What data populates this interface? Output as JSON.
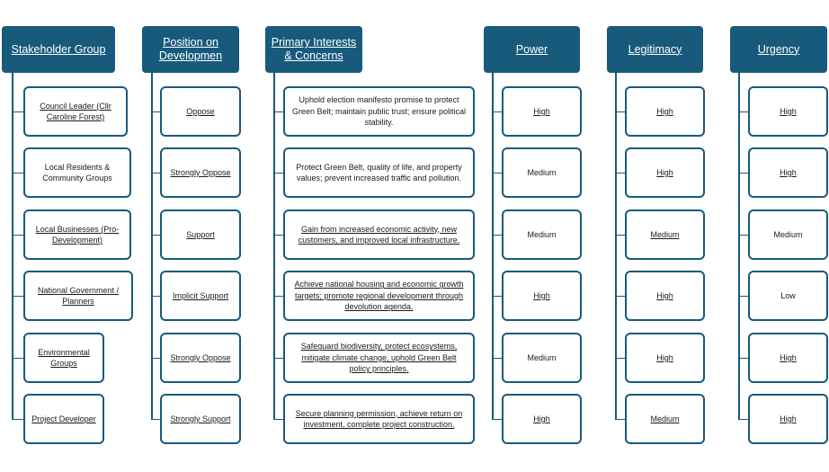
{
  "headers": {
    "stakeholder": "Stakeholder Group",
    "position": "Position on Developmen",
    "interests": "Primary Interests & Concerns",
    "power": "Power",
    "legitimacy": "Legitimacy",
    "urgency": "Urgency"
  },
  "rows": [
    {
      "stakeholder": "Council Leader (Cllr Caroline Forest)",
      "position": "Oppose",
      "interests": "Uphold election manifesto promise to protect Green Belt; maintain public trust; ensure political stability.",
      "power": "High",
      "legitimacy": "High",
      "urgency": "High"
    },
    {
      "stakeholder": "Local Residents & Community Groups",
      "position": "Strongly Oppose",
      "interests": "Protect Green Belt, quality of life, and property values; prevent increased traffic and pollution.",
      "power": "Medium",
      "legitimacy": "High",
      "urgency": "High"
    },
    {
      "stakeholder": "Local Businesses (Pro-Development)",
      "position": "Support",
      "interests": "Gain from increased economic activity, new customers, and improved local infrastructure.",
      "power": "Medium",
      "legitimacy": "Medium",
      "urgency": "Medium"
    },
    {
      "stakeholder": "National Government / Planners",
      "position": "Implicit Support",
      "interests": "Achieve national housing and economic growth targets; promote regional development through devolution agenda.",
      "power": "High",
      "legitimacy": "High",
      "urgency": "Low"
    },
    {
      "stakeholder": "Environmental Groups",
      "position": "Strongly Oppose",
      "interests": "Safeguard biodiversity, protect ecosystems, mitigate climate change, uphold Green Belt policy principles.",
      "power": "Medium",
      "legitimacy": "High",
      "urgency": "High"
    },
    {
      "stakeholder": "Project Developer",
      "position": "Strongly Support",
      "interests": "Secure planning permission, achieve return on investment, complete project construction.",
      "power": "High",
      "legitimacy": "Medium",
      "urgency": "High"
    }
  ],
  "colors": {
    "header_bg": "#175a7c",
    "header_text": "#ffffff",
    "box_border": "#175a7c",
    "connector": "#175a7c"
  }
}
